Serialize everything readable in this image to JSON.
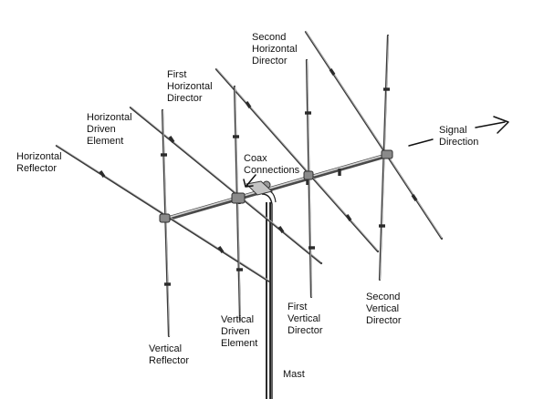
{
  "labels": {
    "horizontal_reflector": [
      "Horizontal",
      "Reflector"
    ],
    "horizontal_driven_element": [
      "Horizontal",
      "Driven",
      "Element"
    ],
    "first_horizontal_director": [
      "First",
      "Horizontal",
      "Director"
    ],
    "second_horizontal_director": [
      "Second",
      "Horizontal",
      "Director"
    ],
    "signal_direction": [
      "Signal",
      "Direction"
    ],
    "coax_connections": [
      "Coax",
      "Connections"
    ],
    "vertical_reflector": [
      "Vertical",
      "Reflector"
    ],
    "vertical_driven_element": [
      "Vertical",
      "Driven",
      "Element"
    ],
    "first_vertical_director": [
      "First",
      "Vertical",
      "Director"
    ],
    "second_vertical_director": [
      "Second",
      "Vertical",
      "Director"
    ],
    "mast": [
      "Mast"
    ]
  },
  "colors": {
    "background": "#ffffff",
    "elements": "#3a3a3a",
    "text": "#111111"
  }
}
